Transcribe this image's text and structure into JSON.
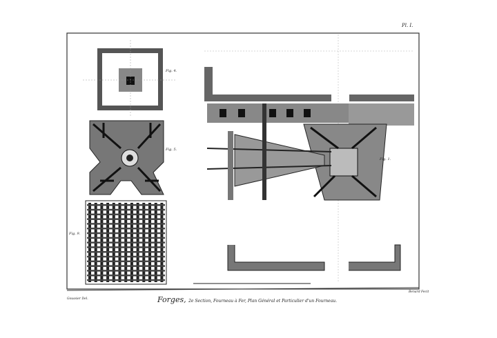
{
  "plate": {
    "number": "Pl. I.",
    "caption_title": "Forges,",
    "caption_rest": "2e Section, Fourneau à Fer, Plan Général et Particulier d'un Fourneau.",
    "drawer": "Goussier Del.",
    "engraver": "Benard Fecit"
  },
  "figures": {
    "fig4": "Fig. 4.",
    "fig5": "Fig. 5.",
    "fig9": "Fig. 9.",
    "fig1": "Fig. 1."
  }
}
